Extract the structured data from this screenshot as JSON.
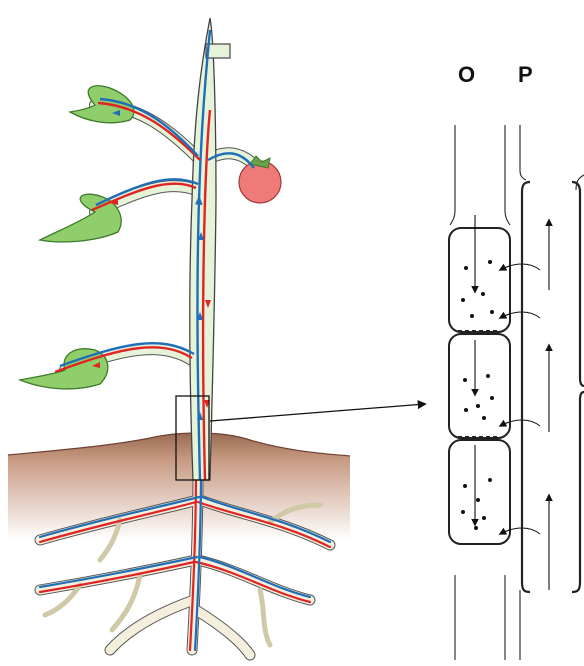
{
  "labels": {
    "column_o": "O",
    "column_p": "P"
  },
  "colors": {
    "soil": "#b88a72",
    "soil_dark": "#8a5a44",
    "stem_fill": "#e6f3d9",
    "leaf": "#8fce6a",
    "leaf_dark": "#4f9a3a",
    "fruit": "#f07a78",
    "root_fill": "#f4efdc",
    "xylem_flow": "#1f6fb8",
    "phloem_flow": "#e02424",
    "line": "#222222"
  },
  "icons": {
    "zoom_marker": "rectangle-callout",
    "pointer": "right-arrow",
    "flow_up": "up-arrow",
    "flow_down": "down-arrow"
  }
}
